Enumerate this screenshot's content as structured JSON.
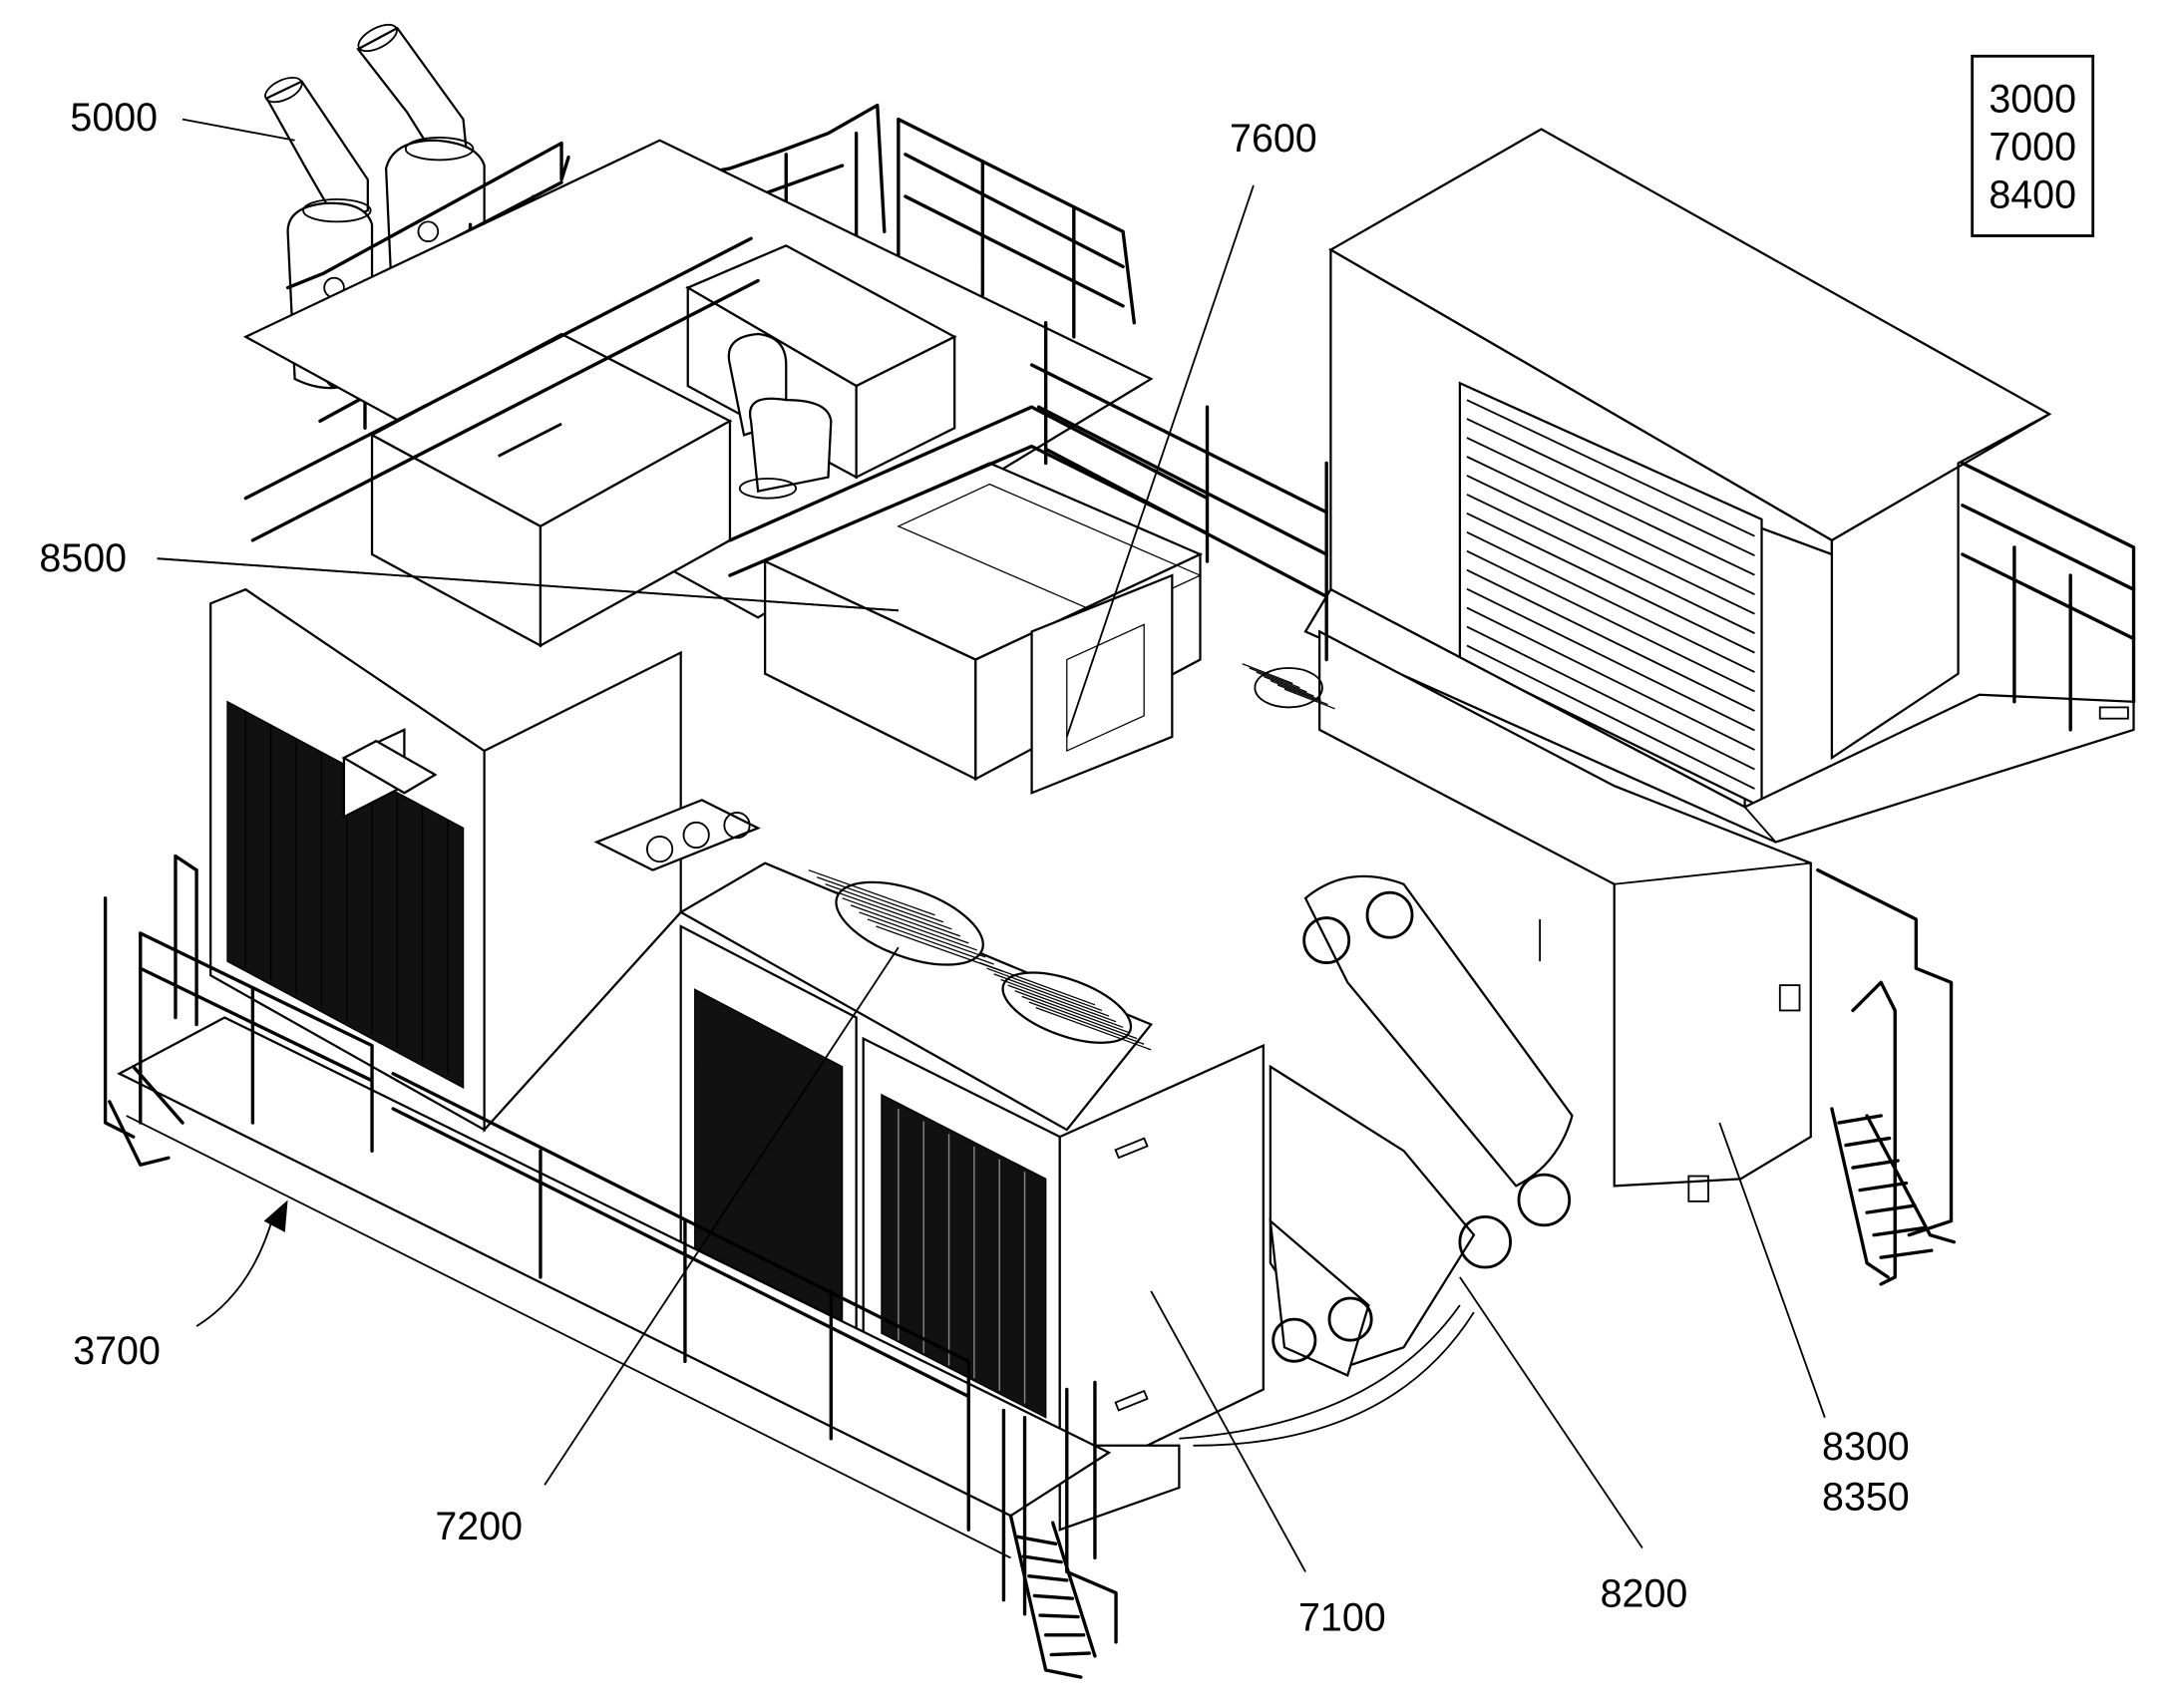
{
  "reference_box": {
    "lines": [
      "3000",
      "7000",
      "8400"
    ]
  },
  "labels": {
    "exhaust": "5000",
    "cover": "7600",
    "top_housing": "8500",
    "assembly_arrow": "3700",
    "cooling_fan": "7200",
    "front_panel": "7100",
    "pivot_link": "8200",
    "side_enclosure_a": "8300",
    "side_enclosure_b": "8350"
  }
}
